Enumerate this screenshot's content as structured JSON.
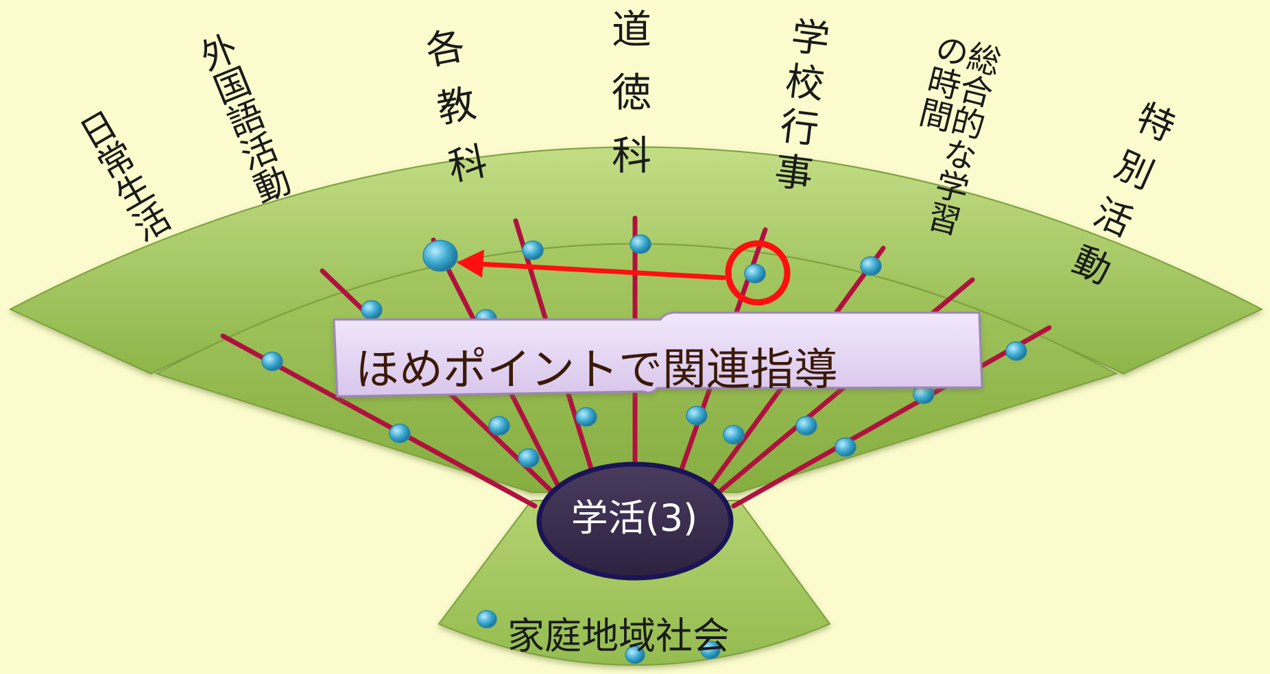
{
  "hub_label": "学活(3)",
  "banner_text": "ほめポイントで関連指導",
  "community_label": "家庭地域社会",
  "spokes": [
    {
      "key": "daily",
      "label": "日常生活"
    },
    {
      "key": "foreign",
      "label": "外国語活動"
    },
    {
      "key": "subjects",
      "label": "各教科"
    },
    {
      "key": "moral",
      "label": "道徳科"
    },
    {
      "key": "school_events",
      "label": "学校行事"
    },
    {
      "key": "integrated",
      "label": "総合的な学習の時間"
    },
    {
      "key": "special",
      "label": "特別活動"
    }
  ],
  "colors": {
    "background": "#fbfbcd",
    "fan_green": "#8fb84a",
    "fan_light": "#b7d572",
    "spoke_line": "#b0123f",
    "dot": "#3aa8cf",
    "hub_fill": "#3a2c4c",
    "hub_border": "#1a1456",
    "arrow": "#ff1010",
    "banner_fill": "#e6d6f3",
    "banner_border": "#9d86b9"
  },
  "icons": {
    "highlight_marker": "red-circle-icon",
    "arrow": "red-arrow-icon",
    "node": "blue-dot-icon"
  }
}
